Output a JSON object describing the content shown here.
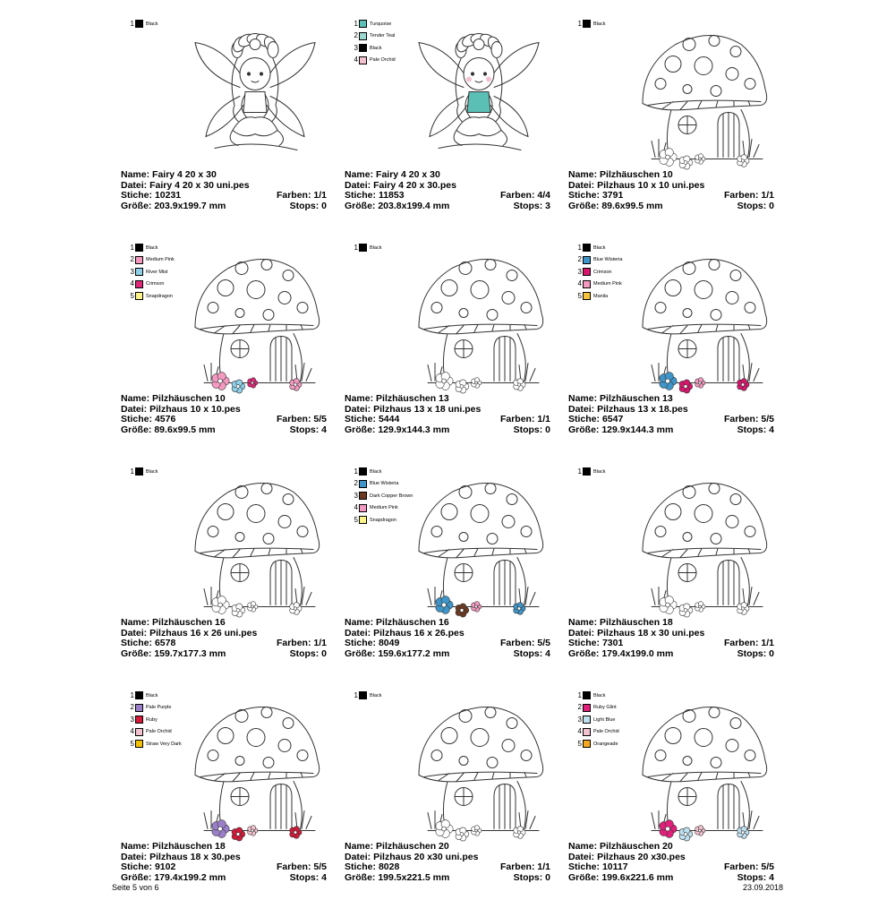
{
  "footer": {
    "page": "Seite 5 von 6",
    "date": "23.09.2018"
  },
  "labels": {
    "name": "Name:",
    "file": "Datei:",
    "stitches": "Stiche:",
    "size": "Größe:",
    "colors": "Farben:",
    "stops": "Stops:"
  },
  "designs": [
    {
      "art": "fairy",
      "name": "Fairy 4 20 x 30",
      "file": "Fairy 4 20 x 30 uni.pes",
      "stitches": "10231",
      "size": "203.9x199.7 mm",
      "colors": "1/1",
      "stops": "0",
      "legend": [
        {
          "num": "1",
          "name": "Black",
          "color": "#000000"
        }
      ]
    },
    {
      "art": "fairy",
      "name": "Fairy 4 20 x 30",
      "file": "Fairy 4 20 x 30.pes",
      "stitches": "11853",
      "size": "203.8x199.4 mm",
      "colors": "4/4",
      "stops": "3",
      "legend": [
        {
          "num": "1",
          "name": "Turquoise",
          "color": "#5bbfb5"
        },
        {
          "num": "2",
          "name": "Tender Teal",
          "color": "#9ad8cf"
        },
        {
          "num": "3",
          "name": "Black",
          "color": "#000000"
        },
        {
          "num": "4",
          "name": "Pale Orchid",
          "color": "#f3c2cf"
        }
      ]
    },
    {
      "art": "mushroom",
      "name": "Pilzhäuschen 10",
      "file": "Pilzhaus 10 x 10 uni.pes",
      "stitches": "3791",
      "size": "89.6x99.5 mm",
      "colors": "1/1",
      "stops": "0",
      "legend": [
        {
          "num": "1",
          "name": "Black",
          "color": "#000000"
        }
      ]
    },
    {
      "art": "mushroom",
      "name": "Pilzhäuschen 10",
      "file": "Pilzhaus 10 x 10.pes",
      "stitches": "4576",
      "size": "89.6x99.5 mm",
      "colors": "5/5",
      "stops": "4",
      "legend": [
        {
          "num": "1",
          "name": "Black",
          "color": "#000000"
        },
        {
          "num": "2",
          "name": "Medium Pink",
          "color": "#f49ac1"
        },
        {
          "num": "3",
          "name": "River Mist",
          "color": "#8fd0e8"
        },
        {
          "num": "4",
          "name": "Crimson",
          "color": "#e0287a"
        },
        {
          "num": "5",
          "name": "Snapdragon",
          "color": "#fff48a"
        }
      ]
    },
    {
      "art": "mushroom",
      "name": "Pilzhäuschen 13",
      "file": "Pilzhaus 13 x 18 uni.pes",
      "stitches": "5444",
      "size": "129.9x144.3 mm",
      "colors": "1/1",
      "stops": "0",
      "legend": [
        {
          "num": "1",
          "name": "Black",
          "color": "#000000"
        }
      ]
    },
    {
      "art": "mushroom",
      "name": "Pilzhäuschen 13",
      "file": "Pilzhaus 13 x 18.pes",
      "stitches": "6547",
      "size": "129.9x144.3 mm",
      "colors": "5/5",
      "stops": "4",
      "legend": [
        {
          "num": "1",
          "name": "Black",
          "color": "#000000"
        },
        {
          "num": "2",
          "name": "Blue Wisteria",
          "color": "#3f95c9"
        },
        {
          "num": "3",
          "name": "Crimson",
          "color": "#d9166e"
        },
        {
          "num": "4",
          "name": "Medium Pink",
          "color": "#f49ac1"
        },
        {
          "num": "5",
          "name": "Manila",
          "color": "#f7c23c"
        }
      ]
    },
    {
      "art": "mushroom",
      "name": "Pilzhäuschen 16",
      "file": "Pilzhaus 16 x 26 uni.pes",
      "stitches": "6578",
      "size": "159.7x177.3 mm",
      "colors": "1/1",
      "stops": "0",
      "legend": [
        {
          "num": "1",
          "name": "Black",
          "color": "#000000"
        }
      ]
    },
    {
      "art": "mushroom",
      "name": "Pilzhäuschen 16",
      "file": "Pilzhaus 16 x 26.pes",
      "stitches": "8049",
      "size": "159.6x177.2 mm",
      "colors": "5/5",
      "stops": "4",
      "legend": [
        {
          "num": "1",
          "name": "Black",
          "color": "#000000"
        },
        {
          "num": "2",
          "name": "Blue Wisteria",
          "color": "#3f95c9"
        },
        {
          "num": "3",
          "name": "Dark Copper Brown",
          "color": "#6b3a22"
        },
        {
          "num": "4",
          "name": "Medium Pink",
          "color": "#f49ac1"
        },
        {
          "num": "5",
          "name": "Snapdragon",
          "color": "#fff48a"
        }
      ]
    },
    {
      "art": "mushroom",
      "name": "Pilzhäuschen 18",
      "file": "Pilzhaus 18 x 30 uni.pes",
      "stitches": "7301",
      "size": "179.4x199.0 mm",
      "colors": "1/1",
      "stops": "0",
      "legend": [
        {
          "num": "1",
          "name": "Black",
          "color": "#000000"
        }
      ]
    },
    {
      "art": "mushroom",
      "name": "Pilzhäuschen 18",
      "file": "Pilzhaus 18 x 30.pes",
      "stitches": "9102",
      "size": "179.4x199.2 mm",
      "colors": "5/5",
      "stops": "4",
      "legend": [
        {
          "num": "1",
          "name": "Black",
          "color": "#000000"
        },
        {
          "num": "2",
          "name": "Pale Purple",
          "color": "#9c7fc9"
        },
        {
          "num": "3",
          "name": "Ruby",
          "color": "#d41a3a"
        },
        {
          "num": "4",
          "name": "Pale Orchid",
          "color": "#f3c2cf"
        },
        {
          "num": "5",
          "name": "Straw Very Dark",
          "color": "#f2c200"
        }
      ]
    },
    {
      "art": "mushroom",
      "name": "Pilzhäuschen 20",
      "file": "Pilzhaus 20 x30 uni.pes",
      "stitches": "8028",
      "size": "199.5x221.5 mm",
      "colors": "1/1",
      "stops": "0",
      "legend": [
        {
          "num": "1",
          "name": "Black",
          "color": "#000000"
        }
      ]
    },
    {
      "art": "mushroom",
      "name": "Pilzhäuschen 20",
      "file": "Pilzhaus 20 x30.pes",
      "stitches": "10117",
      "size": "199.6x221.6 mm",
      "colors": "5/5",
      "stops": "4",
      "legend": [
        {
          "num": "1",
          "name": "Black",
          "color": "#000000"
        },
        {
          "num": "2",
          "name": "Ruby Glint",
          "color": "#e0207a"
        },
        {
          "num": "3",
          "name": "Light Blue",
          "color": "#bfe0f0"
        },
        {
          "num": "4",
          "name": "Pale Orchid",
          "color": "#f3c2cf"
        },
        {
          "num": "5",
          "name": "Orangeade",
          "color": "#f5a623"
        }
      ]
    }
  ]
}
